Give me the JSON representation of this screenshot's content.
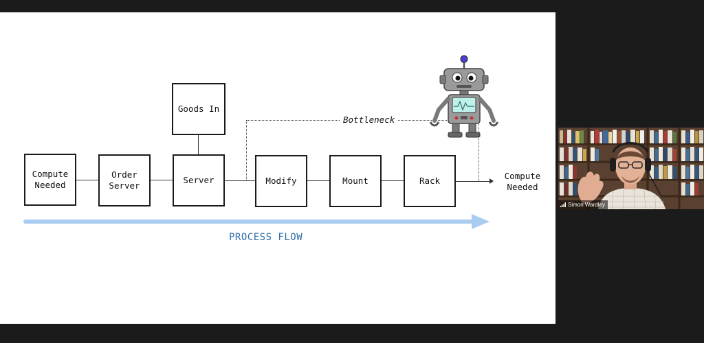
{
  "slide": {
    "boxes": {
      "compute_needed": "Compute\nNeeded",
      "order_server": "Order\nServer",
      "server": "Server",
      "goods_in": "Goods In",
      "modify": "Modify",
      "mount": "Mount",
      "rack": "Rack"
    },
    "end_label": "Compute\nNeeded",
    "bottleneck_label": "Bottleneck",
    "process_flow_label": "PROCESS FLOW",
    "colors": {
      "flow_arrow": "#a9cdf0",
      "flow_text": "#2f6ea8",
      "robot_body": "#8c8c8c",
      "robot_antenna": "#4b3fd1",
      "robot_screen": "#bff0ea"
    },
    "robot_icon": "robot-icon"
  },
  "participant": {
    "name": "Simon Wardley",
    "signal_icon": "signal-bars-icon"
  }
}
